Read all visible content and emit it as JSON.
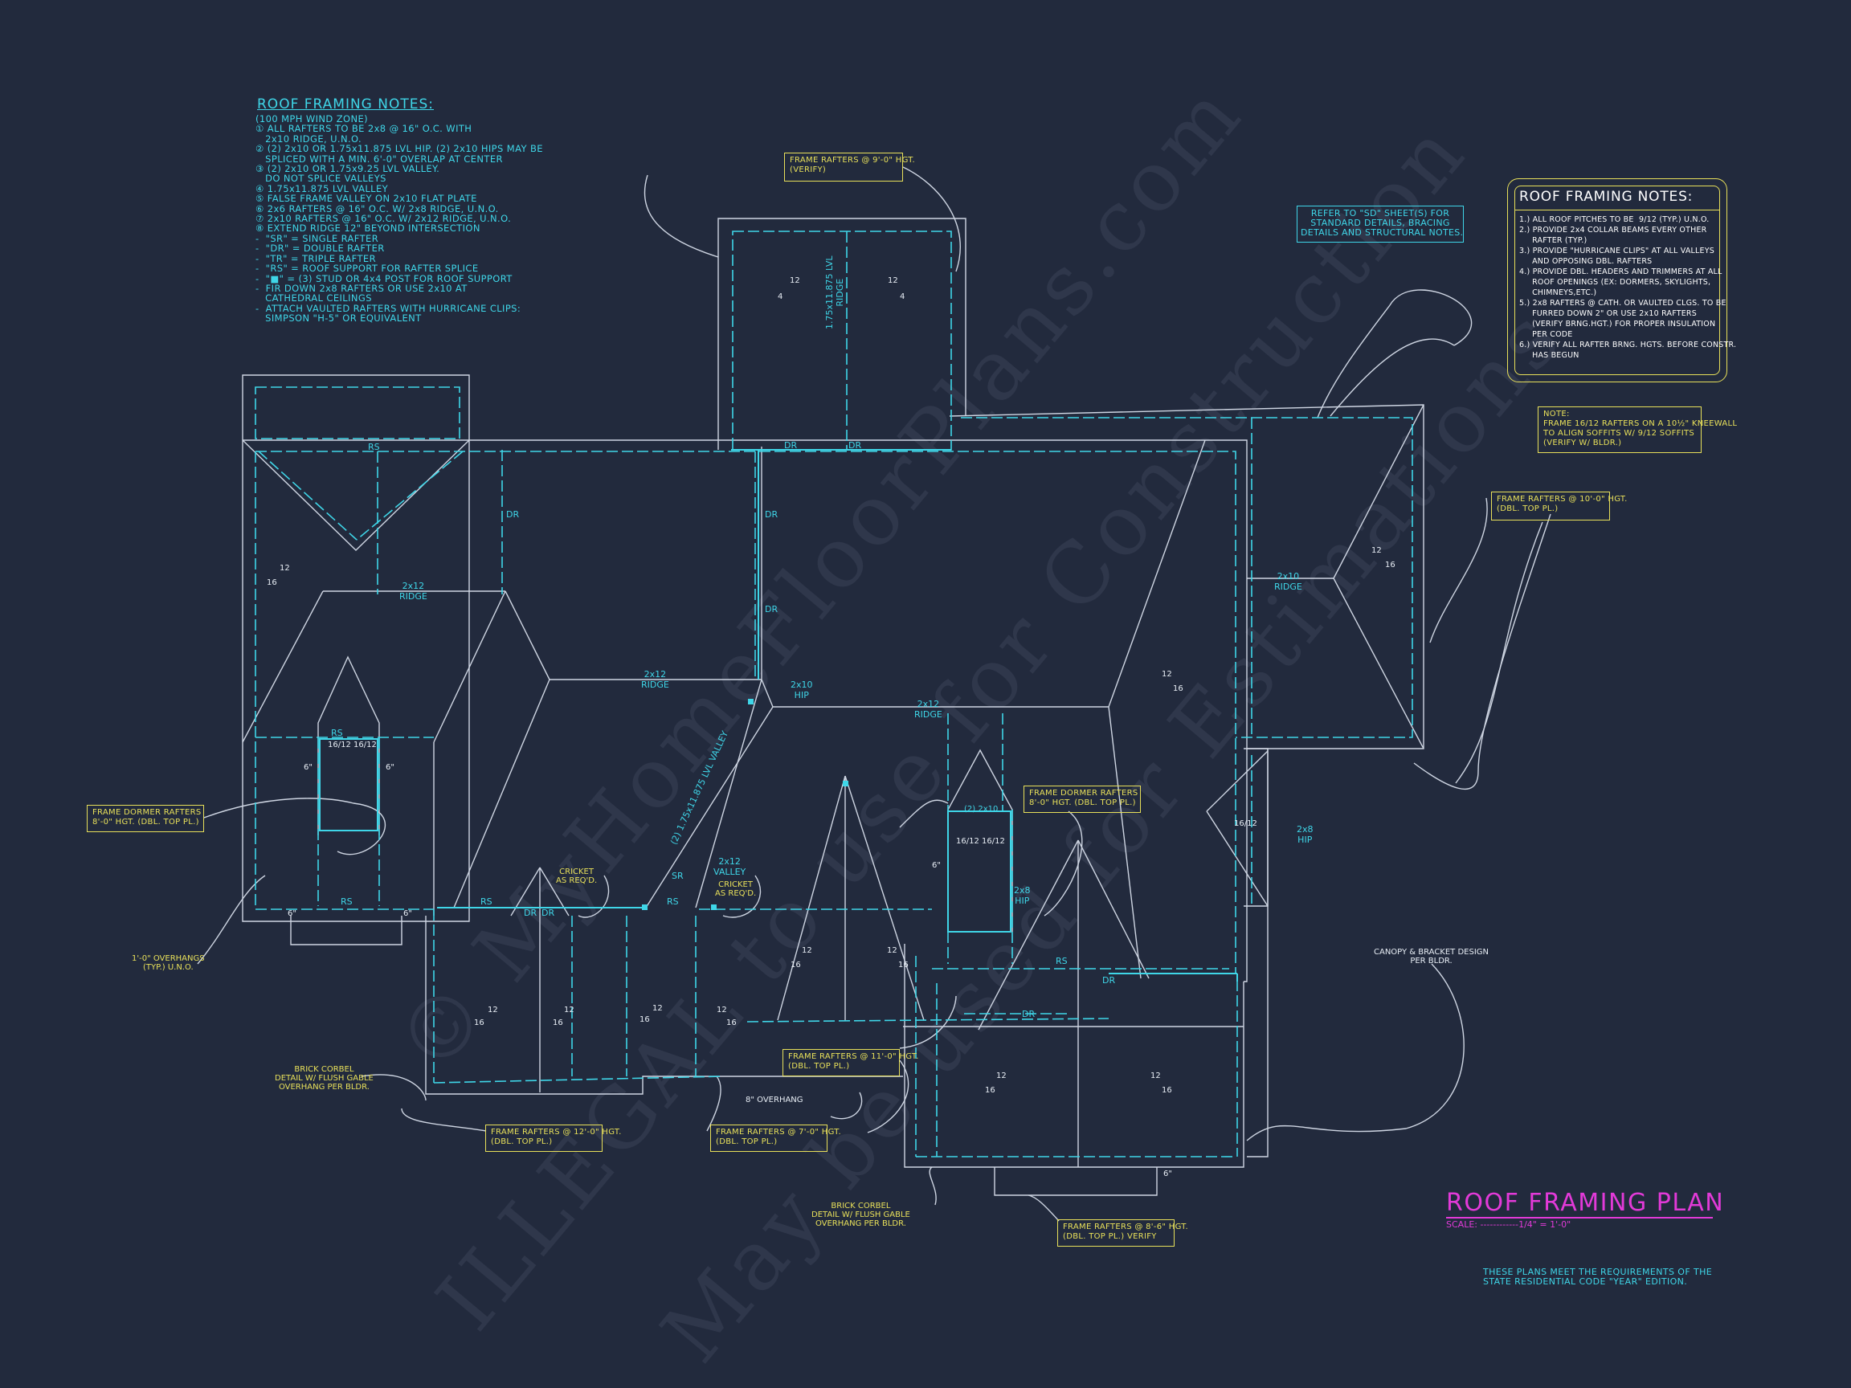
{
  "colors": {
    "background": "#222a3d",
    "wall": "#cfd6e3",
    "dash": "#3fd6e8",
    "label": "#e8e05a",
    "title": "#e23ad8",
    "watermark": "rgba(150,160,185,0.12)"
  },
  "left_notes": {
    "title": "ROOF FRAMING NOTES:",
    "lines": [
      "(100 MPH WIND ZONE)",
      "① ALL RAFTERS TO BE 2x8 @ 16\" O.C. WITH",
      "   2x10 RIDGE, U.N.O.",
      "② (2) 2x10 OR 1.75x11.875 LVL HIP. (2) 2x10 HIPS MAY BE",
      "   SPLICED WITH A MIN. 6'-0\" OVERLAP AT CENTER",
      "③ (2) 2x10 OR 1.75x9.25 LVL VALLEY.",
      "   DO NOT SPLICE VALLEYS",
      "④ 1.75x11.875 LVL VALLEY",
      "⑤ FALSE FRAME VALLEY ON 2x10 FLAT PLATE",
      "⑥ 2x6 RAFTERS @ 16\" O.C. W/ 2x8 RIDGE, U.N.O.",
      "⑦ 2x10 RAFTERS @ 16\" O.C. W/ 2x12 RIDGE, U.N.O.",
      "⑧ EXTEND RIDGE 12\" BEYOND INTERSECTION",
      "-  \"SR\" = SINGLE RAFTER",
      "-  \"DR\" = DOUBLE RAFTER",
      "-  \"TR\" = TRIPLE RAFTER",
      "-  \"RS\" = ROOF SUPPORT FOR RAFTER SPLICE",
      "-  \"■\" = (3) STUD OR 4x4 POST FOR ROOF SUPPORT",
      "-  FIR DOWN 2x8 RAFTERS OR USE 2x10 AT",
      "   CATHEDRAL CEILINGS",
      "-  ATTACH VAULTED RAFTERS WITH HURRICANE CLIPS:",
      "   SIMPSON \"H-5\" OR EQUIVALENT"
    ]
  },
  "right_notes": {
    "title": "ROOF FRAMING NOTES:",
    "lines": [
      "1.) ALL ROOF PITCHES TO BE  9/12 (TYP.) U.N.O.",
      "2.) PROVIDE 2x4 COLLAR BEAMS EVERY OTHER",
      "     RAFTER (TYP.)",
      "3.) PROVIDE \"HURRICANE CLIPS\" AT ALL VALLEYS",
      "     AND OPPOSING DBL. RAFTERS",
      "4.) PROVIDE DBL. HEADERS AND TRIMMERS AT ALL",
      "     ROOF OPENINGS (EX: DORMERS, SKYLIGHTS,",
      "     CHIMNEYS,ETC.)",
      "5.) 2x8 RAFTERS @ CATH. OR VAULTED CLGS. TO BE",
      "     FURRED DOWN 2\" OR USE 2x10 RAFTERS",
      "     (VERIFY BRNG.HGT.) FOR PROPER INSULATION",
      "     PER CODE",
      "6.) VERIFY ALL RAFTER BRNG. HGTS. BEFORE CONSTR.",
      "     HAS BEGUN"
    ]
  },
  "refer_note": "REFER TO \"SD\" SHEET(S) FOR\nSTANDARD DETAILS, BRACING\nDETAILS AND STRUCTURAL NOTES.",
  "kneewall_note": "NOTE:\nFRAME 16/12 RAFTERS ON A 10½\" KNEEWALL\nTO ALIGN SOFFITS W/ 9/12 SOFFITS\n(VERIFY W/ BLDR.)",
  "callouts": {
    "top": "FRAME RAFTERS @ 9'-0\" HGT.\n(VERIFY)",
    "right": "FRAME RAFTERS @ 10'-0\" HGT.\n(DBL. TOP PL.)",
    "dormer_left": "FRAME DORMER RAFTERS\n8'-0\" HGT. (DBL. TOP PL.)",
    "dormer_right": "FRAME DORMER RAFTERS\n8'-0\" HGT. (DBL. TOP PL.)",
    "center_11": "FRAME RAFTERS @ 11'-0\" HGT.\n(DBL. TOP PL.)",
    "bottom_12": "FRAME RAFTERS @ 12'-0\" HGT.\n(DBL. TOP PL.)",
    "bottom_7": "FRAME RAFTERS @ 7'-0\" HGT.\n(DBL. TOP PL.)",
    "bottom_8_6": "FRAME RAFTERS @ 8'-6\" HGT.\n(DBL. TOP PL.) VERIFY"
  },
  "annotations": {
    "overhangs": "1'-0\" OVERHANGS\n(TYP.) U.N.O.",
    "brick_left": "BRICK CORBEL\nDETAIL W/ FLUSH GABLE\nOVERHANG PER BLDR.",
    "brick_bottom": "BRICK CORBEL\nDETAIL W/ FLUSH GABLE\nOVERHANG PER BLDR.",
    "canopy": "CANOPY & BRACKET DESIGN\nPER BLDR.",
    "overhang_8": "8\" OVERHANG",
    "cricket_1": "CRICKET\nAS REQ'D.",
    "cricket_2": "CRICKET\nAS REQ'D."
  },
  "plan_labels": {
    "ridge_2x12_a": "2x12\nRIDGE",
    "ridge_2x12_b": "2x12\nRIDGE",
    "ridge_2x12_c": "2x12\nRIDGE",
    "ridge_2x10_right": "2x10\nRIDGE",
    "hip_2x10": "2x10\nHIP",
    "hip_2x8_a": "2x8\nHIP",
    "hip_2x8_b": "2x8\nHIP",
    "lvl_ridge": "1.75x11.875 LVL\nRIDGE",
    "lvl_valley": "(2) 1.75x11.875 LVL VALLEY",
    "valley_2x12": "2x12\nVALLEY",
    "dr": "DR",
    "rs": "RS",
    "sr": "SR",
    "pitch_12": "12",
    "pitch_4": "4",
    "pitch_16": "16",
    "pitch_16_12": "16/12",
    "pitch_2x10": "(2) 2x10",
    "overhang_6": "6\""
  },
  "title": {
    "text": "ROOF FRAMING PLAN",
    "scale": "SCALE: ------------1/4\" = 1'-0\""
  },
  "code_note": "THESE PLANS MEET THE REQUIREMENTS OF THE\nSTATE RESIDENTIAL CODE \"YEAR\" EDITION.",
  "watermarks": [
    "© MyHomeFloorPlans.com",
    "ILLEGAL to use for Construction",
    "May be used for Estimations"
  ]
}
